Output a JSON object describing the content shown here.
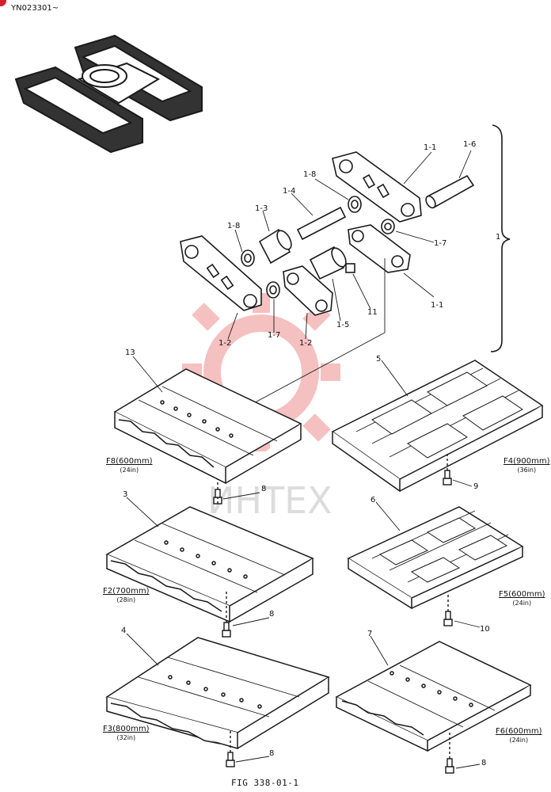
{
  "serial": "YN023301~",
  "figure_caption": "FIG 338-01-1",
  "watermark": "ИНТЕХ",
  "assembly_number": "1",
  "part_labels": {
    "p1_1": "1-1",
    "p1_6": "1-6",
    "p1_8a": "1-8",
    "p1_4": "1-4",
    "p1_3": "1-3",
    "p1_8b": "1-8",
    "p1_7a": "1-7",
    "p1_2a": "1-2",
    "p1_7b": "1-7",
    "p1_2b": "1-2",
    "p1_5": "1-5",
    "p11": "11",
    "p1_1b": "1-1",
    "p13": "13",
    "p5": "5",
    "p3": "3",
    "p6": "6",
    "p4": "4",
    "p7": "7",
    "p8a": "8",
    "p8b": "8",
    "p8c": "8",
    "p8d": "8",
    "p9": "9",
    "p10": "10"
  },
  "shoe_codes": {
    "f8": {
      "code": "F8(600mm)",
      "size": "(24in)"
    },
    "f4": {
      "code": "F4(900mm)",
      "size": "(36in)"
    },
    "f2": {
      "code": "F2(700mm)",
      "size": "(28in)"
    },
    "f5": {
      "code": "F5(600mm)",
      "size": "(24in)"
    },
    "f3": {
      "code": "F3(800mm)",
      "size": "(32in)"
    },
    "f6": {
      "code": "F6(600mm)",
      "size": "(24in)"
    }
  },
  "colors": {
    "line": "#1a1a1a",
    "watermark": "#f4b6b6",
    "watermark_text": "#d8d8d8",
    "accent": "#d4202a"
  }
}
